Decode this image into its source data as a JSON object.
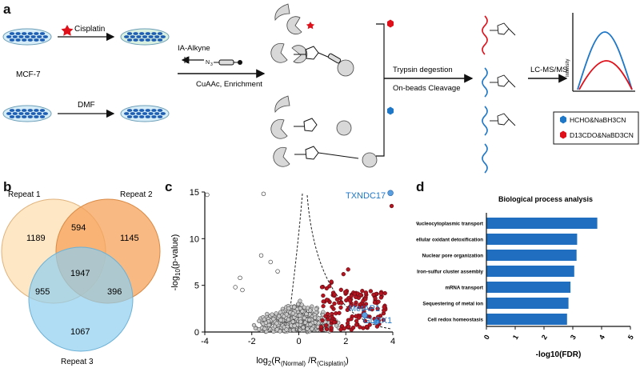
{
  "panels": {
    "a": "a",
    "b": "b",
    "c": "c",
    "d": "d"
  },
  "workflow": {
    "cisplatin": "Cisplatin",
    "dmf": "DMF",
    "cell_line": "MCF-7",
    "probe": "IA-Alkyne",
    "reaction": "CuAAc, Enrichment",
    "digest1": "Trypsin degestion",
    "digest2": "On-beads Cleavage",
    "ms": "LC-MS/MS",
    "intensity": "Intensity",
    "legend_blue": "HCHO&NaBH3CN",
    "legend_red": "D13CDO&NaBD3CN",
    "colors": {
      "red": "#e0101a",
      "blue": "#1f77c8",
      "dish_cells": "#1e5fb4",
      "dish_bg": "#d6ecf6",
      "dish_bg_green": "#d9efe0"
    }
  },
  "venn": {
    "labels": [
      "Repeat 1",
      "Repeat 2",
      "Repeat 3"
    ],
    "regions": {
      "only1": "1189",
      "only2": "1145",
      "only3": "1067",
      "r12": "594",
      "r13": "955",
      "r23": "396",
      "all": "1947"
    },
    "colors": [
      "#fde3bb",
      "#f5a25a",
      "#8fcff0"
    ]
  },
  "volcano": {
    "xlabel": "log2(R(Normal) /R(Cisplatin))",
    "ylabel": "-log10(p-value)",
    "xticks": [
      "-4",
      "-2",
      "0",
      "2",
      "4"
    ],
    "yticks": [
      "0",
      "5",
      "10",
      "15"
    ],
    "annotations": [
      "TXNDC17",
      "MetAP1",
      "GLRX1"
    ]
  },
  "chart_data": [
    {
      "type": "scatter",
      "xlabel": "log2(R(Normal) /R(Cisplatin))",
      "ylabel": "-log10(p-value)",
      "xlim": [
        -4,
        4
      ],
      "ylim": [
        0,
        15
      ],
      "highlighted": [
        {
          "name": "TXNDC17",
          "x": 3.9,
          "y": 14.9
        },
        {
          "name": "MetAP1",
          "x": 2.8,
          "y": 1.8
        },
        {
          "name": "GLRX1",
          "x": 3.3,
          "y": 1.1
        }
      ]
    },
    {
      "type": "bar",
      "title": "Biological process analysis",
      "xlabel": "-log10(FDR)",
      "xlim": [
        0,
        5
      ],
      "xticks": [
        "0",
        "1",
        "2",
        "3",
        "4",
        "5"
      ],
      "categories": [
        "Nucleocytoplasmic transport",
        "Cellular oxidant detoxification",
        "Nuclear pore organization",
        "Iron-sulfur cluster assembly",
        "mRNA transport",
        "Sequestering of metal ion",
        "Cell redox homeostasis"
      ],
      "values": [
        3.85,
        3.15,
        3.13,
        3.05,
        2.92,
        2.85,
        2.8
      ],
      "color": "#1f6ebf"
    }
  ]
}
